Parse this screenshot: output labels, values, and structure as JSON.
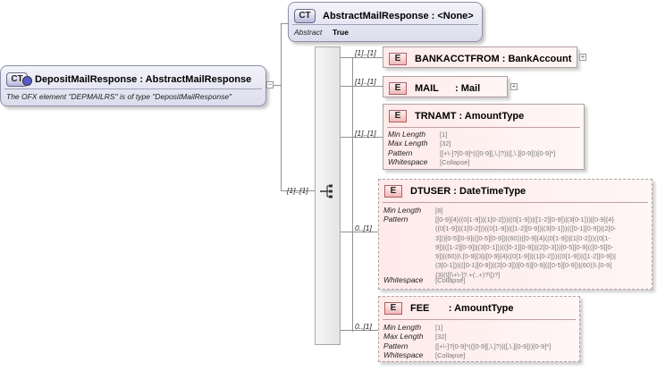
{
  "root": {
    "badge": "CT",
    "title": "DepositMailResponse : AbstractMailResponse",
    "description": "The OFX element \"DEPMAILRS\" is of type \"DepositMailResponse\""
  },
  "base": {
    "badge": "CT",
    "title": "AbstractMailResponse : <None>",
    "attr_label": "Abstract",
    "attr_value": "True"
  },
  "sequence": {
    "cardinality": "[1]..[1]",
    "icon": "sequence-icon"
  },
  "elements": [
    {
      "badge": "E",
      "title": "BANKACCTFROM : BankAccount",
      "cardinality": "[1]..[1]",
      "expandable": true,
      "optional": false,
      "props": []
    },
    {
      "badge": "E",
      "title": "MAIL      : Mail",
      "cardinality": "[1]..[1]",
      "expandable": true,
      "optional": false,
      "props": []
    },
    {
      "badge": "E",
      "title": "TRNAMT : AmountType",
      "cardinality": "[1]..[1]",
      "expandable": false,
      "optional": false,
      "props": [
        {
          "label": "Min Length",
          "value": "[1]"
        },
        {
          "label": "Max Length",
          "value": "[32]"
        },
        {
          "label": "Pattern",
          "value": "[[+\\-]?[0-9]*(([0-9][,\\.]?)|([,\\.][0-9]))[0-9]*]"
        },
        {
          "label": "Whitespace",
          "value": "[Collapse]"
        }
      ]
    },
    {
      "badge": "E",
      "title": "DTUSER : DateTimeType",
      "cardinality": "0..[1]",
      "expandable": false,
      "optional": true,
      "props": [
        {
          "label": "Min Length",
          "value": "[8]"
        },
        {
          "label": "Pattern",
          "value": "[[0-9]{4}((0[1-9])|(1[0-2]))((0[1-9])|([1-2][0-9])|(3[0-1]))|[0-9]{4}\n((0[1-9])|(1[0-2]))((0[1-9])|([1-2][0-9])|(3[0-1]))(([0-1][0-9])|(2[0-\n3]))[0-5][0-9](([0-5][0-9])|(60))|[0-9]{4}((0[1-9])|(1[0-2]))((0[1-\n9])|([1-2][0-9])|(3[0-1]))(([0-1][0-9])|(2[0-3]))[0-5][0-9](([0-5][0-\n9])|(60))\\.[0-9]{3}|[0-9]{4}((0[1-9])|(1[0-2]))((0[1-9])|([1-2][0-9])|\n(3[0-1]))(([0-1][0-9])|(2[0-3]))[0-5][0-9](([0-5][0-9])|(60))\\.[0-9]\n{3}(\\[[\\+\\-]?.+(:.+)?\\])?]"
        },
        {
          "label": "Whitespace",
          "value": "[Collapse]"
        }
      ]
    },
    {
      "badge": "E",
      "title": "FEE       : AmountType",
      "cardinality": "0..[1]",
      "expandable": false,
      "optional": true,
      "props": [
        {
          "label": "Min Length",
          "value": "[1]"
        },
        {
          "label": "Max Length",
          "value": "[32]"
        },
        {
          "label": "Pattern",
          "value": "[[+\\-]?[0-9]*(([0-9][,\\.]?)|([,\\.][0-9]))[0-9]*]"
        },
        {
          "label": "Whitespace",
          "value": "[Collapse]"
        }
      ]
    }
  ]
}
